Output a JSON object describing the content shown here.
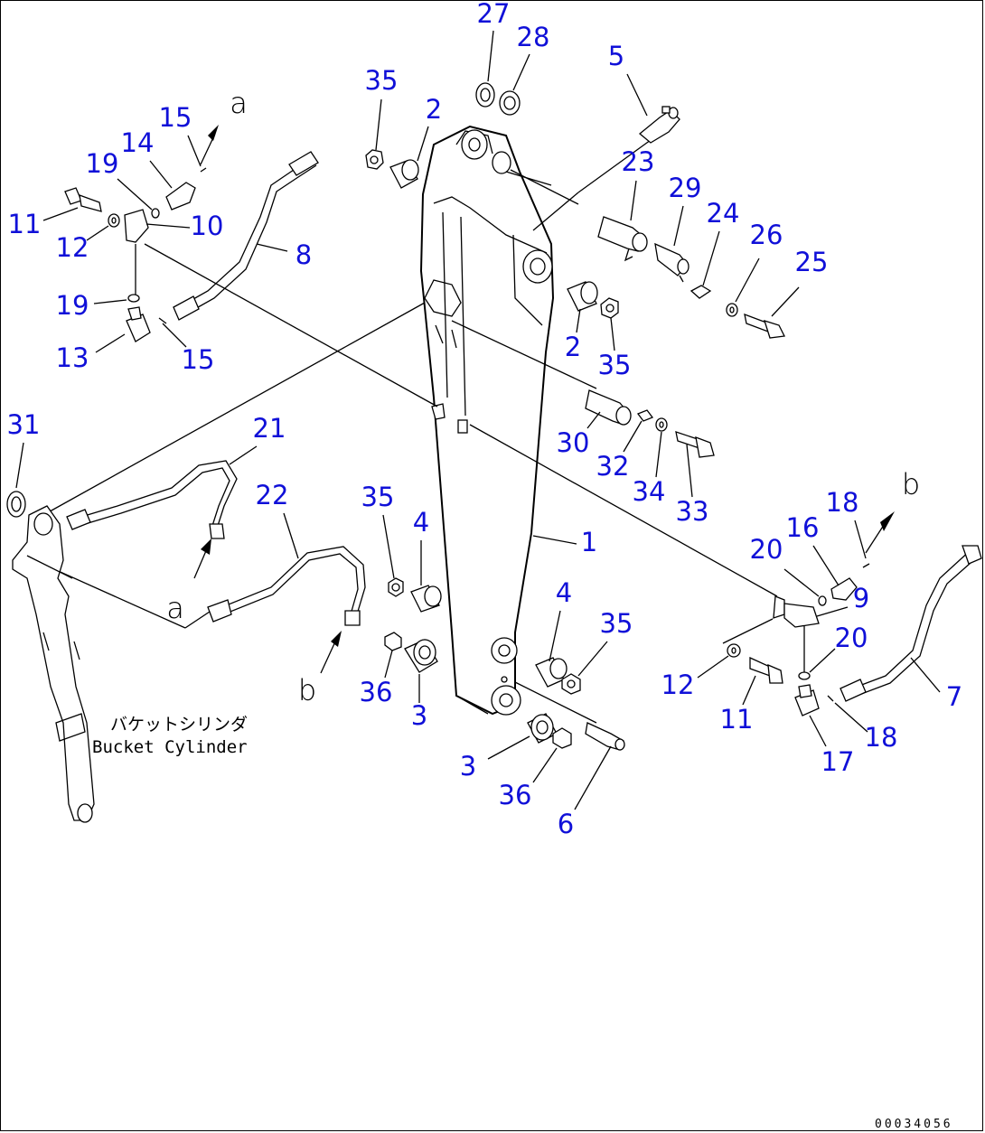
{
  "diagram": {
    "drawing_number": "00034056",
    "cylinder_label_jp": "バケットシリンダ",
    "cylinder_label_en": "Bucket Cylinder",
    "reference_letters": {
      "a": "a",
      "b": "b"
    },
    "part_labels": [
      "1",
      "2",
      "2",
      "3",
      "3",
      "4",
      "4",
      "5",
      "6",
      "7",
      "8",
      "9",
      "10",
      "11",
      "11",
      "12",
      "12",
      "13",
      "14",
      "15",
      "15",
      "16",
      "17",
      "18",
      "18",
      "19",
      "19",
      "20",
      "20",
      "21",
      "22",
      "23",
      "24",
      "25",
      "26",
      "27",
      "28",
      "29",
      "30",
      "31",
      "32",
      "33",
      "34",
      "35",
      "35",
      "35",
      "35",
      "36",
      "36"
    ],
    "label_color": "#1010d8"
  }
}
